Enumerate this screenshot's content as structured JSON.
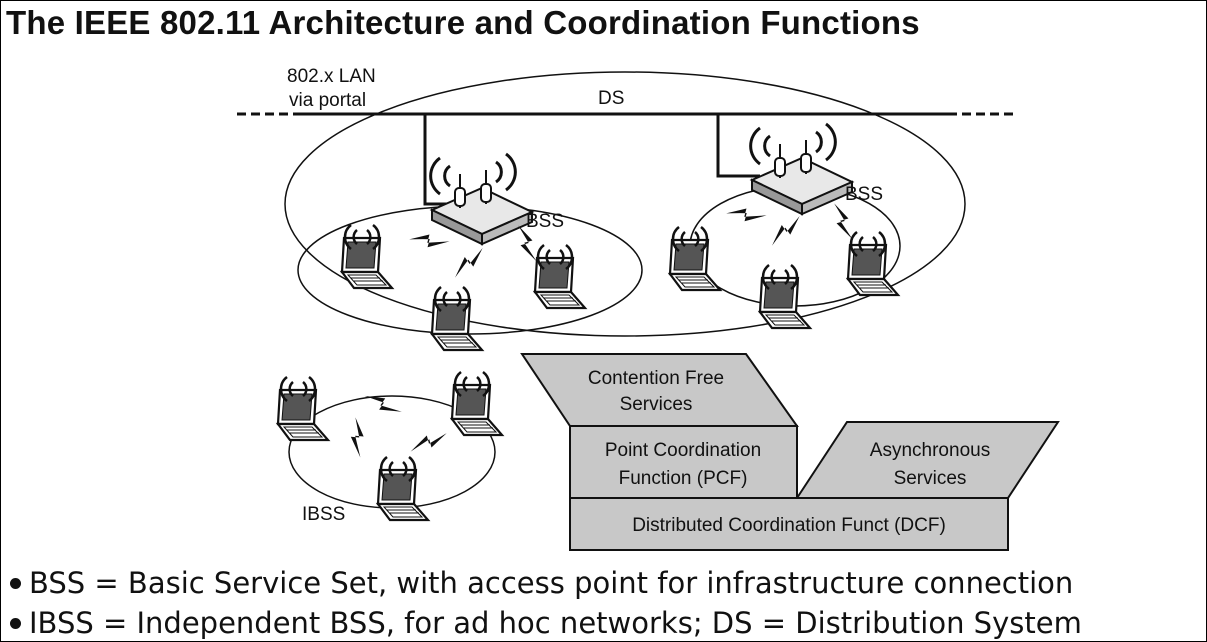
{
  "title": "The IEEE 802.11 Architecture and Coordination Functions",
  "diagram": {
    "portal_label_line1": "802.x LAN",
    "portal_label_line2": "via portal",
    "ds_label": "DS",
    "bss_left_label": "BSS",
    "bss_right_label": "BSS",
    "ibss_label": "IBSS",
    "stack": {
      "contention_free_line1": "Contention Free",
      "contention_free_line2": "Services",
      "pcf_line1": "Point Coordination",
      "pcf_line2": "Function (PCF)",
      "async_line1": "Asynchronous",
      "async_line2": "Services",
      "dcf": "Distributed Coordination Funct (DCF)"
    }
  },
  "bullets": [
    "BSS = Basic Service Set, with access point for infrastructure connection",
    "IBSS = Independent BSS, for ad hoc networks; DS = Distribution System"
  ]
}
